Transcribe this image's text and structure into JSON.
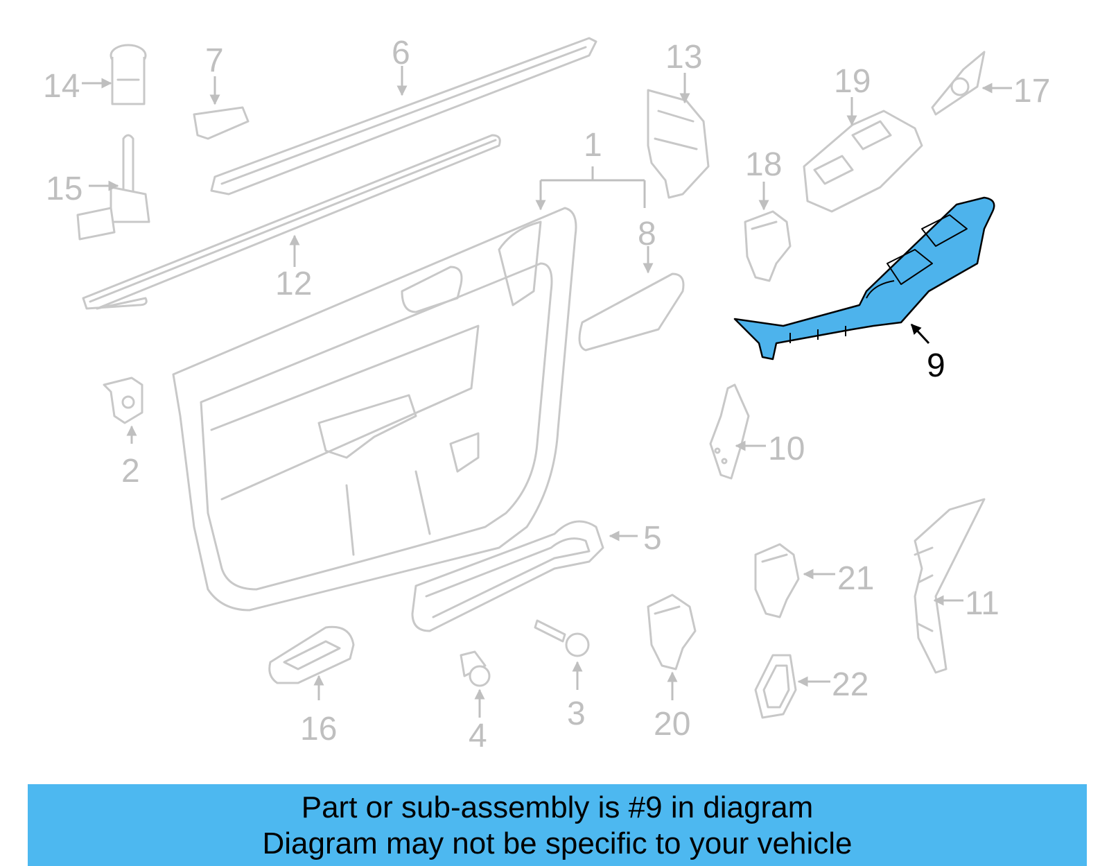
{
  "colors": {
    "banner_bg": "#4db8f0",
    "highlight_part": "#4db3ec",
    "inactive_part_stroke": "#c8c8c8",
    "inactive_label": "#bfbfbf",
    "active_label": "#000000"
  },
  "diagram": {
    "highlighted_callout": "9",
    "callouts": {
      "c1": "1",
      "c2": "2",
      "c3": "3",
      "c4": "4",
      "c5": "5",
      "c6": "6",
      "c7": "7",
      "c8": "8",
      "c9": "9",
      "c10": "10",
      "c11": "11",
      "c12": "12",
      "c13": "13",
      "c14": "14",
      "c15": "15",
      "c16": "16",
      "c17": "17",
      "c18": "18",
      "c19": "19",
      "c20": "20",
      "c21": "21",
      "c22": "22"
    }
  },
  "banner": {
    "line1": "Part or sub-assembly is #9 in diagram",
    "line2": "Diagram may not be specific to your vehicle"
  }
}
